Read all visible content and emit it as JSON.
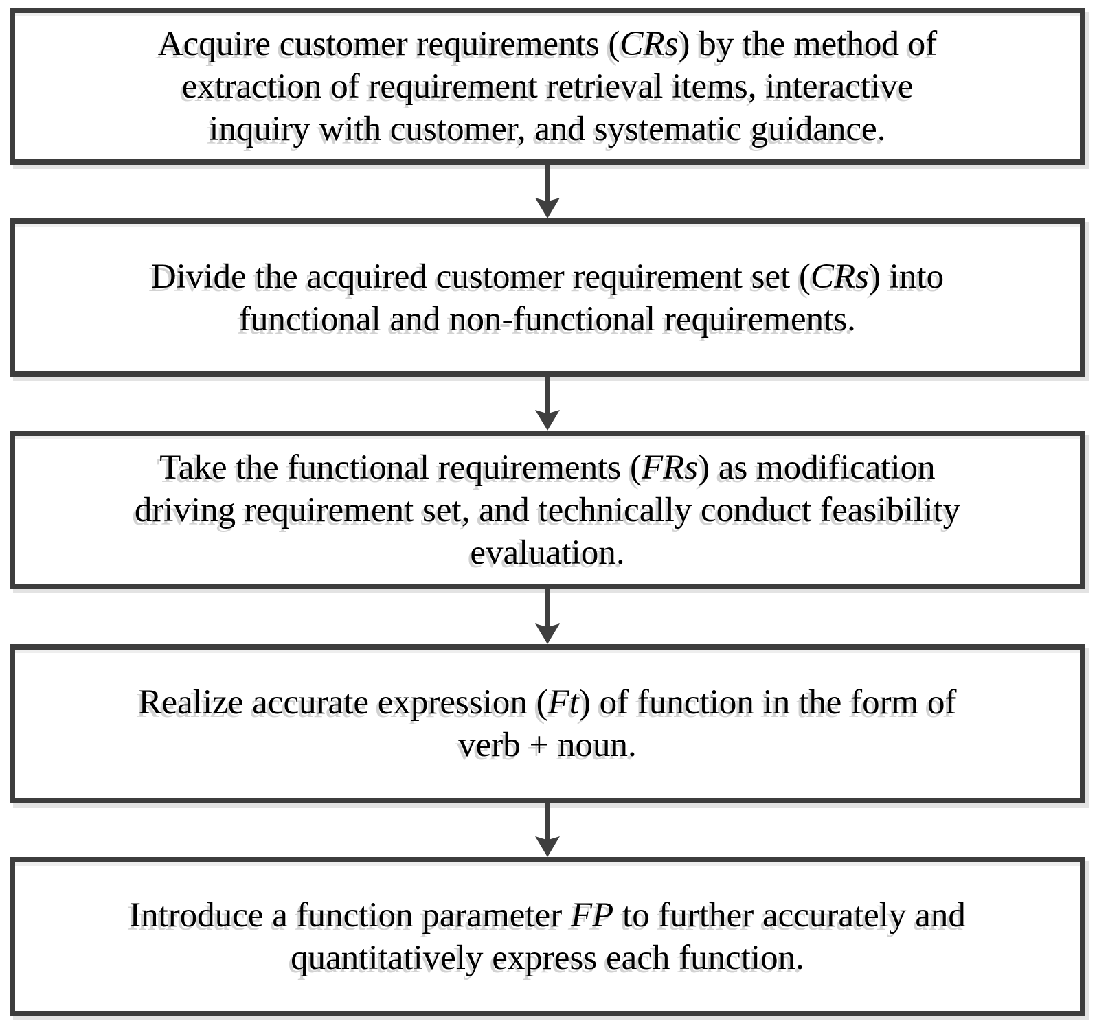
{
  "flowchart": {
    "type": "vertical-flowchart",
    "direction": "top-down",
    "colors": {
      "box_border": "#3d3d3d",
      "box_fill": "#ffffff",
      "arrow": "#3f3f3f",
      "text": "#000000",
      "text_shadow": "#d2d2d2",
      "box_shadow": "#e3e3e3"
    },
    "steps": [
      {
        "id": 1,
        "text": "Acquire customer requirements (CRs) by the method of extraction of requirement retrieval items, interactive inquiry with customer, and systematic guidance.",
        "lines": [
          [
            {
              "t": "Acquire customer requirements ("
            },
            {
              "t": "CRs",
              "i": true
            },
            {
              "t": ") by the method of"
            }
          ],
          [
            {
              "t": "extraction of requirement retrieval items, interactive"
            }
          ],
          [
            {
              "t": "inquiry with customer, and systematic guidance."
            }
          ]
        ]
      },
      {
        "id": 2,
        "text": "Divide the acquired customer requirement set (CRs) into functional and non-functional requirements.",
        "lines": [
          [
            {
              "t": "Divide the acquired customer requirement set ("
            },
            {
              "t": "CRs",
              "i": true
            },
            {
              "t": ") into"
            }
          ],
          [
            {
              "t": "functional and non-functional requirements."
            }
          ]
        ]
      },
      {
        "id": 3,
        "text": "Take the functional requirements (FRs) as modification driving requirement set, and technically conduct feasibility evaluation.",
        "lines": [
          [
            {
              "t": "Take the functional requirements ("
            },
            {
              "t": "FRs",
              "i": true
            },
            {
              "t": ") as modification"
            }
          ],
          [
            {
              "t": "driving requirement set, and technically conduct feasibility"
            }
          ],
          [
            {
              "t": "evaluation."
            }
          ]
        ]
      },
      {
        "id": 4,
        "text": "Realize accurate expression (Ft) of function in the form of verb + noun.",
        "lines": [
          [
            {
              "t": "Realize accurate expression ("
            },
            {
              "t": "Ft",
              "i": true
            },
            {
              "t": ") of function in the form of"
            }
          ],
          [
            {
              "t": "verb + noun."
            }
          ]
        ]
      },
      {
        "id": 5,
        "text": "Introduce a function parameter FP to further accurately and quantitatively express each function.",
        "lines": [
          [
            {
              "t": "Introduce a function parameter "
            },
            {
              "t": "FP",
              "i": true
            },
            {
              "t": " to further accurately and"
            }
          ],
          [
            {
              "t": "quantitatively express each function."
            }
          ]
        ]
      }
    ],
    "arrows": [
      {
        "from": 1,
        "to": 2
      },
      {
        "from": 2,
        "to": 3
      },
      {
        "from": 3,
        "to": 4
      },
      {
        "from": 4,
        "to": 5
      }
    ]
  }
}
